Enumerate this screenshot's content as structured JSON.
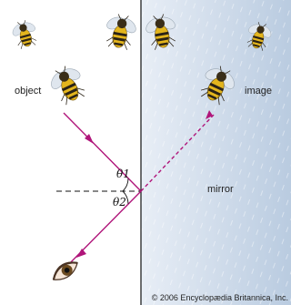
{
  "diagram": {
    "labels": {
      "object": "object",
      "image": "image",
      "mirror": "mirror",
      "theta1": "θ1",
      "theta2": "θ2"
    },
    "credit": "© 2006 Encyclopædia Britannica, Inc.",
    "colors": {
      "ray": "#b0157a",
      "mirror_line": "#111111",
      "normal_line": "#111111",
      "mirror_tint": "#cfdbea",
      "bee_body": "#e3b51d",
      "bee_stripe": "#2a2216",
      "bee_wing": "#dfe6ee"
    },
    "icons": [
      "bee-icon",
      "eye-icon",
      "arrow-icon"
    ]
  }
}
